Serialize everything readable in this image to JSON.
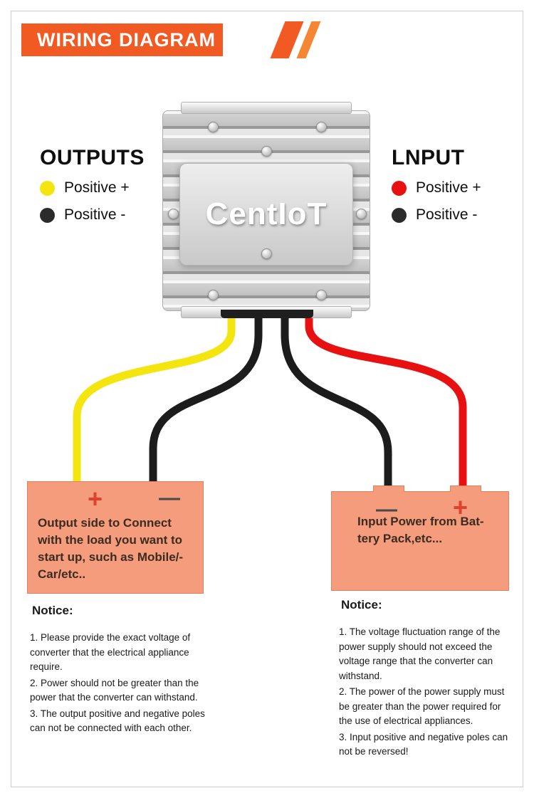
{
  "header": {
    "title": "WIRING DIAGRAM"
  },
  "device": {
    "brand": "CentIoT"
  },
  "outputs": {
    "heading": "OUTPUTS",
    "legend": [
      {
        "label": "Positive +",
        "color": "#F3E50D"
      },
      {
        "label": "Positive -",
        "color": "#2B2B2B"
      }
    ]
  },
  "input": {
    "heading": "LNPUT",
    "legend": [
      {
        "label": "Positive +",
        "color": "#E81111"
      },
      {
        "label": "Positive -",
        "color": "#2B2B2B"
      }
    ]
  },
  "output_box": {
    "plus": "+",
    "minus": "—",
    "lines": [
      "Output side to Connect",
      "with the load you want to",
      "start up, such as Mobile/-",
      "Car/etc.."
    ]
  },
  "input_box": {
    "minus": "—",
    "plus": "+",
    "lines": [
      "Input Power from Bat-",
      "tery Pack,etc..."
    ]
  },
  "notice_left": {
    "title": "Notice:",
    "items": [
      "1. Please provide the exact voltage of converter that the electrical appliance require.",
      "2. Power should not be greater than the power that the converter can withstand.",
      "3. The output positive and negative poles can not be connected with each other."
    ]
  },
  "notice_right": {
    "title": "Notice:",
    "items": [
      "1. The voltage fluctuation range of the power supply should not exceed the voltage range that the converter can withstand.",
      "2. The power of the power supply must be greater than the power required for the use of electrical appliances.",
      "3. Input positive and negative poles can not be reversed!"
    ]
  },
  "colors": {
    "header_orange": "#F15A22",
    "stripe_orange": "#F58634",
    "box_salmon": "#F49C7C",
    "box_border": "#DD8360",
    "wire_yellow": "#F3E50D",
    "wire_red": "#E81111",
    "wire_black": "#1C1C1C",
    "terminal_plus": "#E0402E",
    "terminal_minus": "#4A4A4A"
  }
}
